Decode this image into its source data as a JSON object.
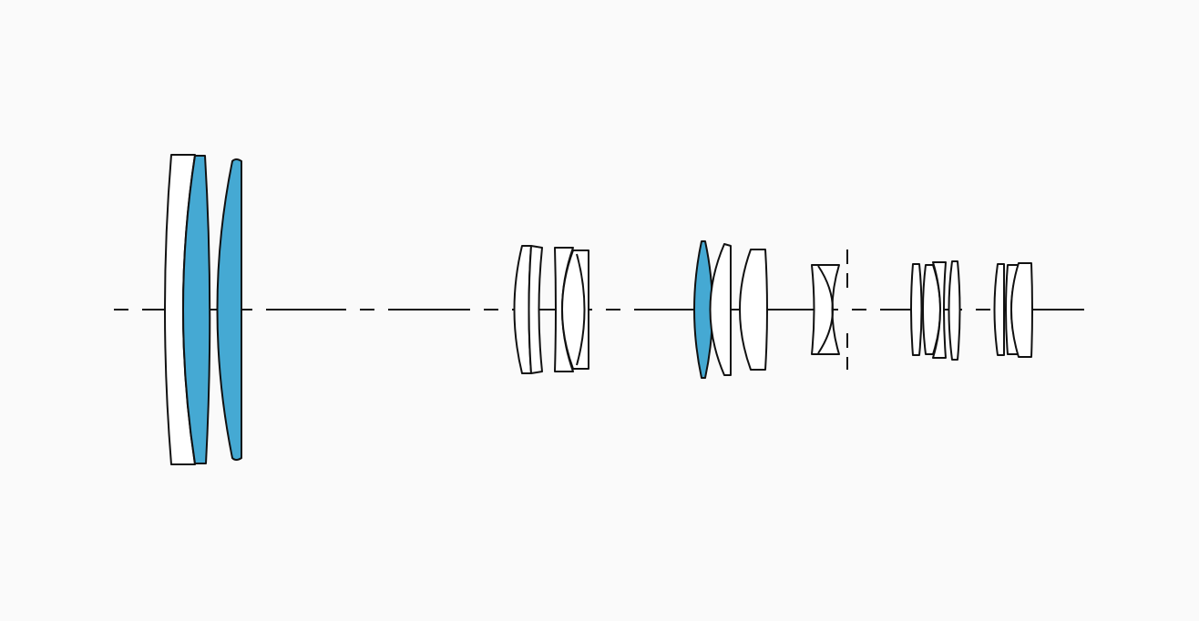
{
  "diagram": {
    "kind": "optical-lens-layout",
    "colors": {
      "background": "#fafafa",
      "outline": "#111111",
      "special_element": "#45a9d3",
      "plain_element": "#ffffff"
    },
    "groups": [
      {
        "name": "front-group",
        "elements": 3,
        "highlighted_elements": 2
      },
      {
        "name": "group-2",
        "elements": 3,
        "highlighted_elements": 0
      },
      {
        "name": "group-3",
        "elements": 3,
        "highlighted_elements": 1
      },
      {
        "name": "group-4",
        "elements": 1,
        "highlighted_elements": 0
      },
      {
        "name": "group-5",
        "elements": 3,
        "highlighted_elements": 0
      },
      {
        "name": "group-6",
        "elements": 2,
        "highlighted_elements": 0
      }
    ],
    "aperture_stop": true
  }
}
